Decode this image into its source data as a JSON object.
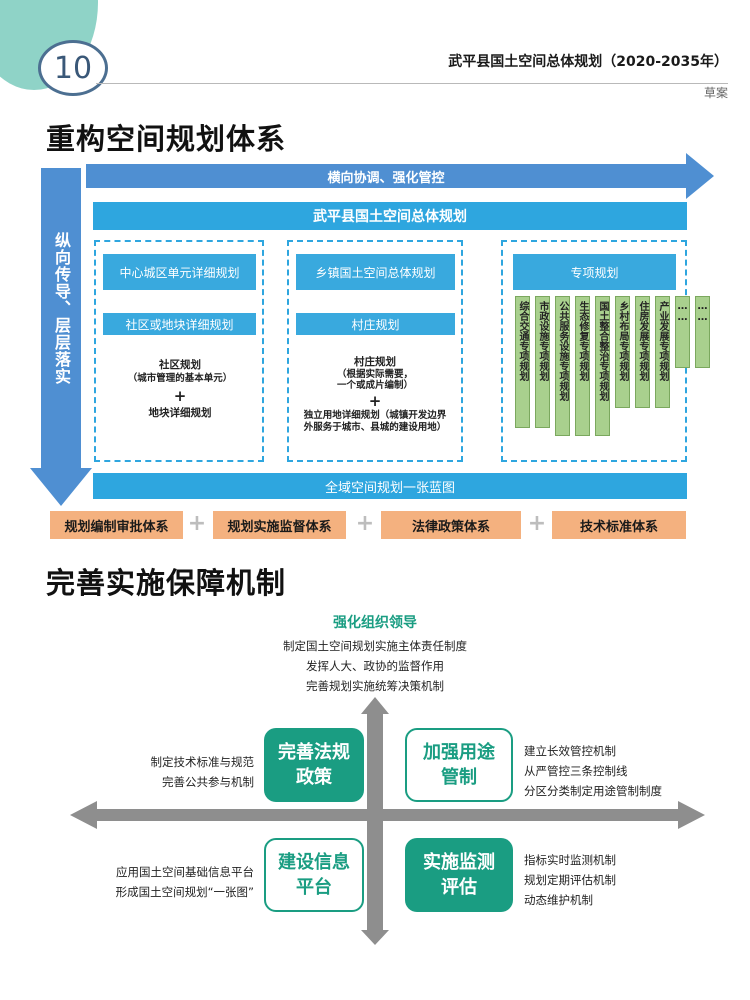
{
  "header": {
    "page_number": "10",
    "doc_title": "武平县国土空间总体规划（2020-2035年）",
    "draft_label": "草案"
  },
  "section1": {
    "title": "重构空间规划体系",
    "horizontal_arrow_label": "横向协调、强化管控",
    "vertical_arrow_label": "纵向传导、层层落实",
    "master_plan_label": "武平县国土空间总体规划",
    "col1": {
      "bar1": "中心城区单元详细规划",
      "bar2": "社区或地块详细规划",
      "text1": "社区规划",
      "text1_note": "（城市管理的基本单元）",
      "plus": "+",
      "text2": "地块详细规划"
    },
    "col2": {
      "bar1": "乡镇国土空间总体规划",
      "bar2": "村庄规划",
      "text1": "村庄规划",
      "text1_note": [
        "（根据实际需要，",
        "一个或成片编制）"
      ],
      "plus": "+",
      "text2": [
        "独立用地详细规划（城镇开发边界",
        "外服务于城市、县城的建设用地）"
      ]
    },
    "col3": {
      "bar1": "专项规划",
      "items": [
        "综合交通专项规划",
        "市政设施专项规划",
        "公共服务设施专项规划",
        "生态修复专项规划",
        "国土整合整治专项规划",
        "乡村布局专项规划",
        "住房发展专项规划",
        "产业发展专项规划",
        "……",
        "……"
      ]
    },
    "blueprint_label": "全域空间规划一张蓝图",
    "systems": [
      "规划编制审批体系",
      "规划实施监督体系",
      "法律政策体系",
      "技术标准体系"
    ],
    "system_plus": "+"
  },
  "section2": {
    "title": "完善实施保障机制",
    "top": {
      "title": "强化组织领导",
      "lines": [
        "制定国土空间规划实施主体责任制度",
        "发挥人大、政协的监督作用",
        "完善规划实施统筹决策机制"
      ]
    },
    "q_top_left": [
      "完善法规",
      "政策"
    ],
    "q_top_right": [
      "加强用途",
      "管制"
    ],
    "q_bottom_left": [
      "建设信息",
      "平台"
    ],
    "q_bottom_right": [
      "实施监测",
      "评估"
    ],
    "left_upper_lines": [
      "制定技术标准与规范",
      "完善公共参与机制"
    ],
    "right_upper_lines": [
      "建立长效管控机制",
      "从严管控三条控制线",
      "分区分类制定用途管制制度"
    ],
    "left_lower_lines": [
      "应用国土空间基础信息平台",
      "形成国土空间规划“一张图”"
    ],
    "right_lower_lines": [
      "指标实时监测机制",
      "规划定期评估机制",
      "动态维护机制"
    ]
  },
  "colors": {
    "teal_circle": "#8fd3c7",
    "primary_blue": "#2ea6df",
    "arrow_blue": "#4f8fd2",
    "green_column": "#a9d08e",
    "orange_bar": "#f4b17f",
    "teal": "#1a9d82"
  }
}
